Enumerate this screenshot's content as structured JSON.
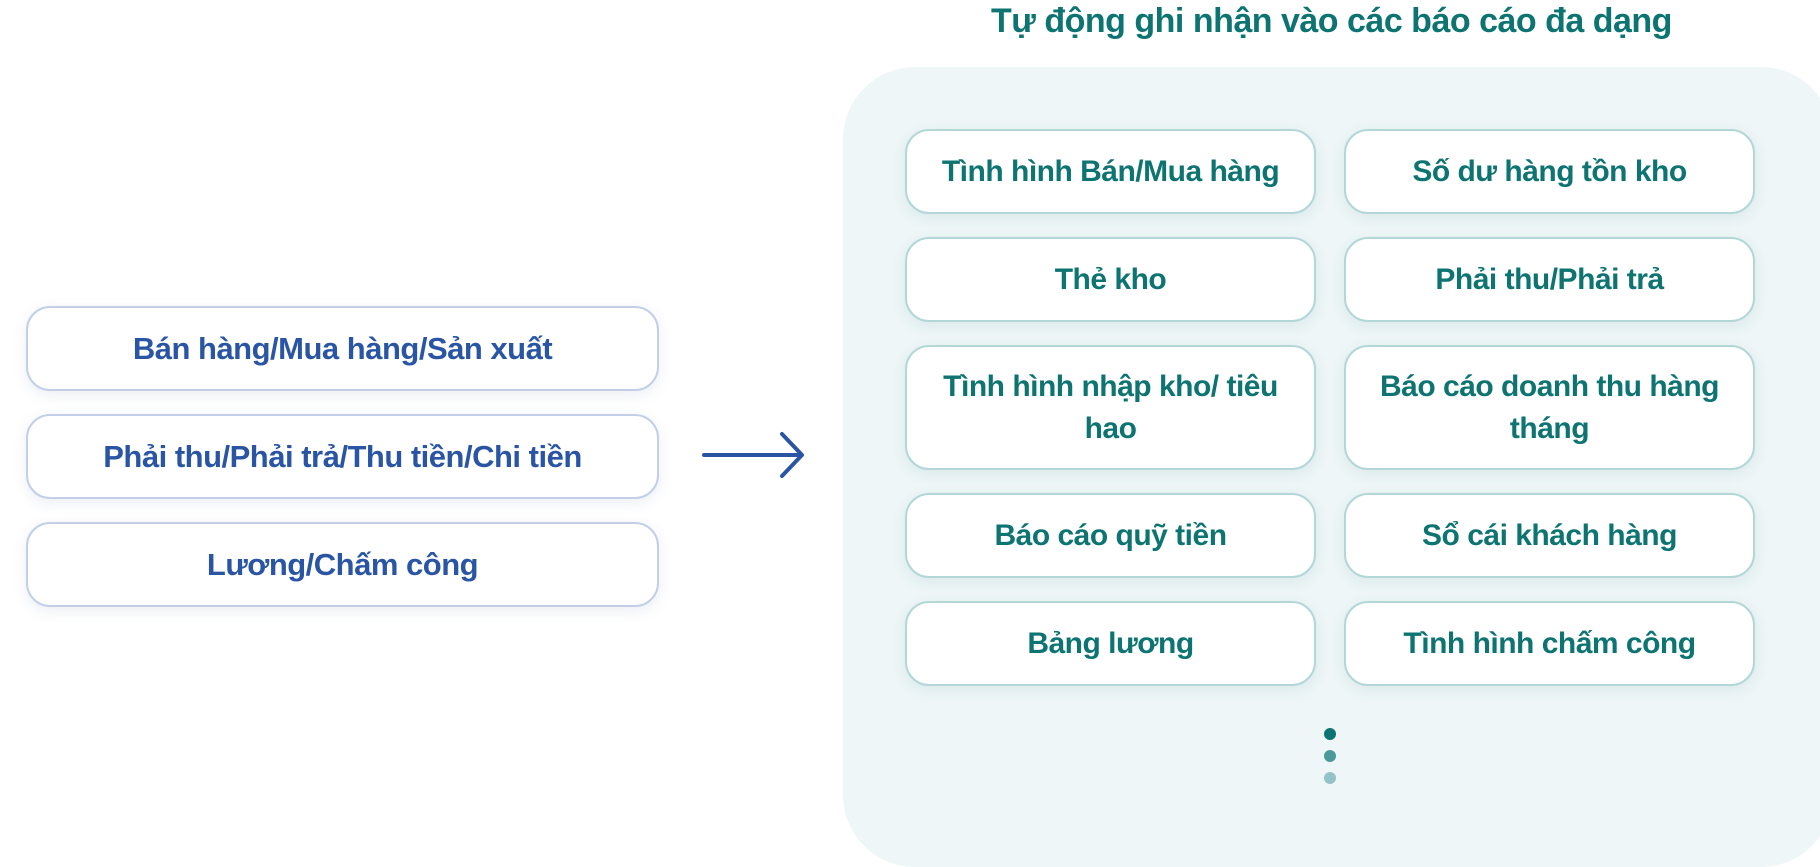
{
  "inputs": [
    {
      "label": "Bán hàng/Mua hàng/Sản xuất"
    },
    {
      "label": "Phải thu/Phải trả/Thu tiền/Chi tiền"
    },
    {
      "label": "Lương/Chấm công"
    }
  ],
  "arrow_icon": "arrow-right-icon",
  "reports_title": "Tự động ghi nhận vào các báo cáo đa dạng",
  "reports": [
    {
      "label": "Tình hình Bán/Mua hàng"
    },
    {
      "label": "Số dư hàng tồn kho"
    },
    {
      "label": "Thẻ kho"
    },
    {
      "label": "Phải thu/Phải trả"
    },
    {
      "label": "Tình hình nhập kho/ tiêu hao"
    },
    {
      "label": "Báo cáo doanh thu hàng tháng"
    },
    {
      "label": "Báo cáo quỹ tiền"
    },
    {
      "label": "Sổ cái khách hàng"
    },
    {
      "label": "Bảng lương"
    },
    {
      "label": "Tình hình chấm công"
    }
  ],
  "colors": {
    "input_text": "#2a55a5",
    "report_text": "#0d7472",
    "panel_bg": "#eef6f7"
  }
}
